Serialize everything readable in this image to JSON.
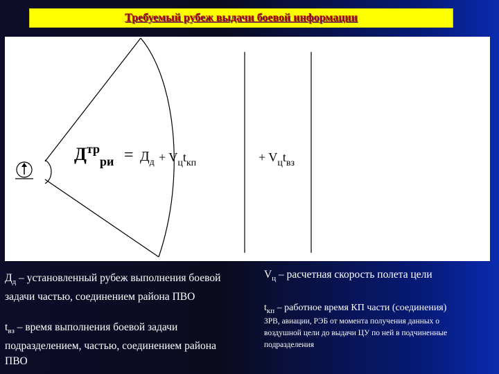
{
  "title": "Требуемый рубеж выдачи боевой информации",
  "formula": {
    "main": "Д",
    "main_sup": "тр",
    "main_sub": "ри",
    "eq": "=",
    "dd": "Д",
    "dd_sub": "д",
    "term1_prefix": "+ V",
    "term1_sub1": "ц",
    "term1_t": "t",
    "term1_sub2": "кп",
    "term2_prefix": "+ V",
    "term2_sub1": "ц",
    "term2_t": "t",
    "term2_sub2": "вз"
  },
  "icons": {
    "post_symbol": "air-defense-post-icon"
  },
  "left_text": {
    "def_dd_symbol": "Д",
    "def_dd_sub": "д",
    "def_dd": " – установленный рубеж выполнения боевой задачи частью, соединением района ПВО",
    "def_tvz_symbol": "t",
    "def_tvz_sub": "вз",
    "def_tvz": " – время выполнения боевой задачи подразделением, частью, соединением района ПВО"
  },
  "right_text": {
    "def_vc_symbol": "V",
    "def_vc_sub": "ц",
    "def_vc": " – расчетная скорость полета цели",
    "def_tkp_symbol": "t",
    "def_tkp_sub": "кп",
    "def_tkp": " – работное время КП части (соединения)",
    "def_tkp_cont": "ЗРВ, авиации, РЭБ от момента получения данных о воздушной цели до выдачи ЦУ по ней в подчиненные подразделения"
  },
  "colors": {
    "title_bg": "#ffff00",
    "title_text": "#b00000",
    "diagram_bg": "#ffffff",
    "body_text": "#ffffff"
  }
}
